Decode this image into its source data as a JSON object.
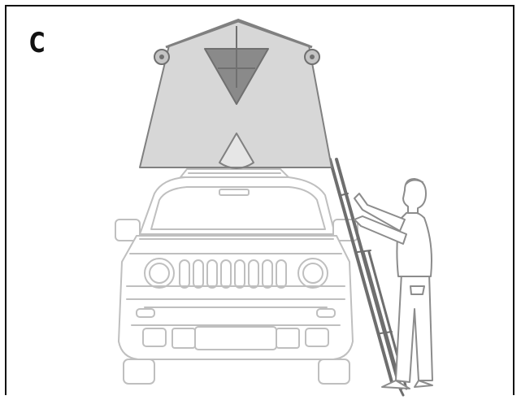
{
  "step": {
    "letter": "C"
  },
  "colors": {
    "frame": "#111111",
    "outline": "#bfbfbf",
    "tent_fill": "#d7d7d7",
    "tent_stroke": "#808080",
    "triangle": "#8a8a8a",
    "ladder": "#6e6e6e",
    "person": "#8c8c8c"
  },
  "icons": [
    "car-outline",
    "rooftop-tent",
    "ladder",
    "person"
  ]
}
